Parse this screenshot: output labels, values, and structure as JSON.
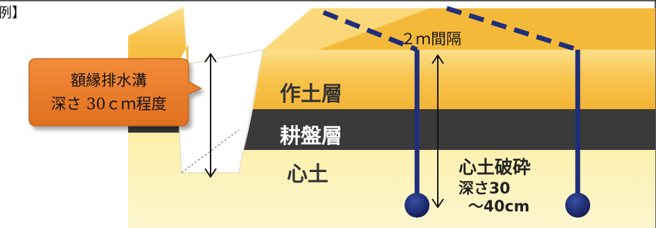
{
  "page_label": "例】",
  "callout": {
    "line1": "額縁排水溝",
    "line2": "深さ 30ｃｍ程度"
  },
  "spacing_label": "２ｍ間隔",
  "layers": {
    "topsoil": "作土層",
    "plowpan": "耕盤層",
    "subsoil": "心土"
  },
  "subsoiling": {
    "title": "心土破砕",
    "depth_line1": "深さ30",
    "depth_line2": "～40cm"
  },
  "colors": {
    "topsoil": "#f7c24a",
    "topsoil_light": "#fbd77a",
    "plowpan": "#3b3b3b",
    "subsoil": "#fcf3b6",
    "pipe": "#1f2f7a",
    "callout": "#e97d2c"
  }
}
